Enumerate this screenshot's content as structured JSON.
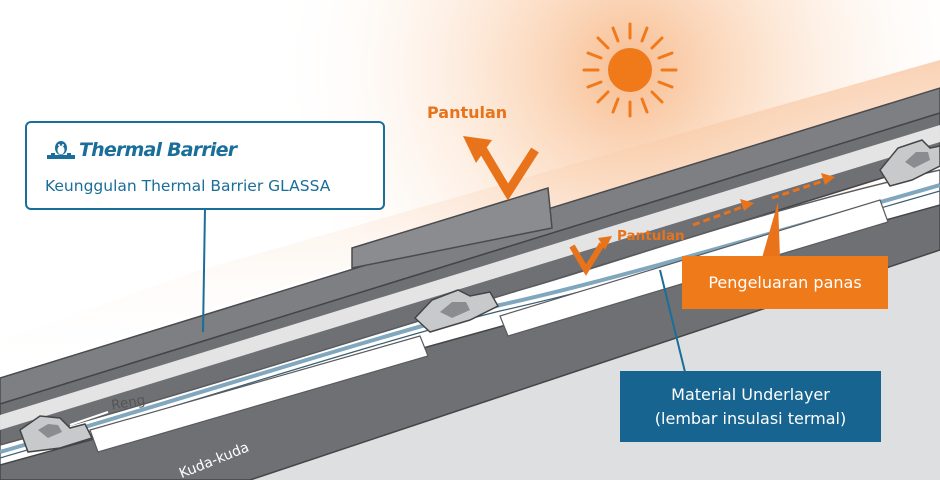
{
  "callout_brand": {
    "brand": "Thermal Barrier",
    "description": "Keunggulan Thermal Barrier GLASSA",
    "icon": "penguin-icon"
  },
  "labels": {
    "reflection_top": "Pantulan",
    "reflection_inner": "Pantulan",
    "heat_release": "Pengeluaran panas",
    "underlayer_line1": "Material Underlayer",
    "underlayer_line2": "(lembar insulasi termal)",
    "batten": "Reng",
    "rafter": "Kuda-kuda"
  },
  "colors": {
    "accent_orange": "#ef7a1a",
    "sun": "#f07a1a",
    "brand_blue": "#16648f",
    "roof_dark": "#6e7074",
    "roof_mid": "#8a8c8f",
    "ground": "#dedfe0"
  }
}
